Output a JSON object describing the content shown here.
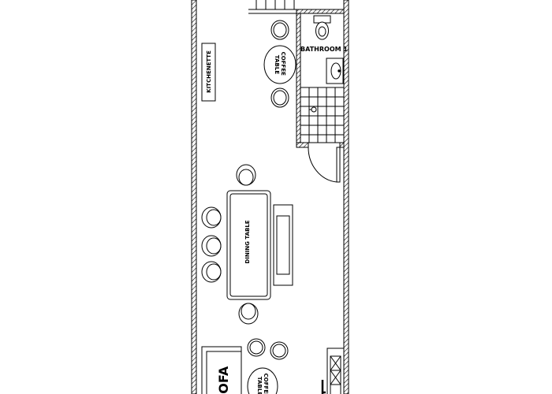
{
  "rooms": {
    "kitchenette": "KITCHENETTE",
    "coffee_table_top": [
      "COFFEE",
      "TABLE"
    ],
    "bathroom": "BATHROOM 1",
    "dining_table": "DINING TABLE",
    "sofa": "SOFA",
    "coffee_table_bottom": [
      "COFFEE",
      "TABLE"
    ]
  },
  "colors": {
    "line": "#000000",
    "background": "#ffffff"
  }
}
